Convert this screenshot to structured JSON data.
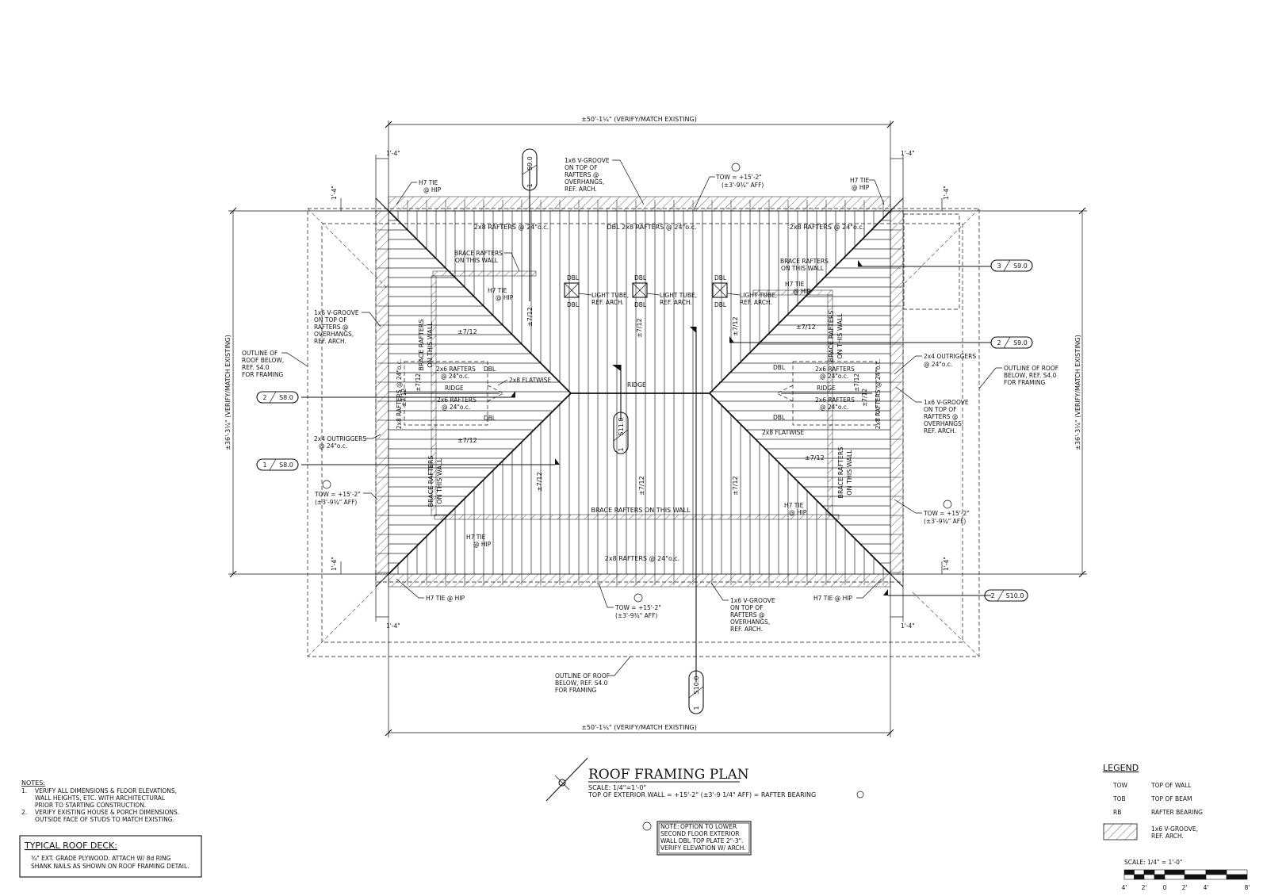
{
  "sheet": {
    "line_color": "#111111",
    "paper_color": "#ffffff"
  },
  "dims": {
    "top_width": "±50'-1¼\" (VERIFY/MATCH EXISTING)",
    "bottom_width": "±50'-1¼\" (VERIFY/MATCH EXISTING)",
    "left_height": "±36'-3¼\" (VERIFY/MATCH EXISTING)",
    "right_height": "±36'-3¼\" (VERIFY/MATCH EXISTING)",
    "overhang": "1'-4\""
  },
  "labels": {
    "v_groove": [
      "1x6 V-GROOVE",
      "ON TOP OF",
      "RAFTERS @",
      "OVERHANGS,",
      "REF. ARCH."
    ],
    "tow": [
      "TOW = +15'-2\"",
      "(±3'-9¾\" AFF)"
    ],
    "h7_tie": "H7 TIE",
    "at_hip": "@ HIP",
    "h7_tie_hip": "H7 TIE @ HIP",
    "rafters_2x8": "2x8 RAFTERS @ 24\"o.c.",
    "dbl_rafters": "DBL 2x8 RAFTERS @ 24\"o.c.",
    "brace_rafters": [
      "BRACE RAFTERS",
      "ON THIS WALL"
    ],
    "brace_rafters_wall": "BRACE RAFTERS ON THIS WALL",
    "light_tube": [
      "LIGHT TUBE,",
      "REF. ARCH."
    ],
    "dbl": "DBL",
    "outline_roof": [
      "OUTLINE OF",
      "ROOF BELOW,",
      "REF. S4.0",
      "FOR FRAMING"
    ],
    "outline_roof_right": [
      "OUTLINE OF ROOF",
      "BELOW, REF. S4.0",
      "FOR FRAMING"
    ],
    "outline_roof_bottom": [
      "OUTLINE OF ROOF",
      "BELOW, REF. S4.0",
      "FOR FRAMING"
    ],
    "pitch": "±7/12",
    "rafters_2x6": "2x6 RAFTERS",
    "at_24": "@ 24\"o.c.",
    "flatwise": "2x8 FLATWISE",
    "ridge": "RIDGE",
    "rafters_2x8_vert": "2x8 RAFTERS @ 24\"o.c.",
    "outriggers": [
      "2x4 OUTRIGGERS",
      "@ 24\"o.c."
    ]
  },
  "callouts": {
    "s9_0_1": {
      "num": "1",
      "ref": "S9.0"
    },
    "s9_0_3": {
      "num": "3",
      "ref": "S9.0"
    },
    "s9_0_2": {
      "num": "2",
      "ref": "S9.0"
    },
    "s8_0_2": {
      "num": "2",
      "ref": "S8.0"
    },
    "s8_0_1": {
      "num": "1",
      "ref": "S8.0"
    },
    "s11_0_1": {
      "num": "1",
      "ref": "S11.0"
    },
    "s10_0_2": {
      "num": "2",
      "ref": "S10.0"
    },
    "s10_0_1": {
      "num": "1",
      "ref": "S10.0"
    }
  },
  "title_block": {
    "title": "ROOF FRAMING PLAN",
    "scale": "SCALE: 1/4\"=1'-0\"",
    "top_wall": "TOP OF EXTERIOR WALL = +15'-2\" (±3'-9 1/4\" AFF) = RAFTER BEARING"
  },
  "note_box": [
    "OPTION TO LOWER",
    "SECOND FLOOR EXTERIOR",
    "WALL DBL TOP PLATE 2\"-3\".",
    "VERIFY ELEVATION W/ ARCH."
  ],
  "note_box_head": "NOTE:",
  "notes": {
    "heading": "NOTES:",
    "items": [
      [
        "1.",
        "VERIFY ALL DIMENSIONS & FLOOR ELEVATIONS,",
        "WALL HEIGHTS, ETC. WITH ARCHITECTURAL",
        "PRIOR TO STARTING CONSTRUCTION."
      ],
      [
        "2.",
        "VERIFY EXISTING HOUSE & PORCH DIMENSIONS.",
        "OUTSIDE FACE OF STUDS TO MATCH EXISTING."
      ]
    ]
  },
  "roof_deck": {
    "heading": "TYPICAL ROOF DECK:",
    "lines": [
      "¾\" EXT. GRADE PLYWOOD. ATTACH W/ 8d RING",
      "SHANK NAILS AS SHOWN ON ROOF FRAMING DETAIL."
    ]
  },
  "legend": {
    "heading": "LEGEND",
    "rows": [
      {
        "abbr": "TOW",
        "desc": "TOP OF WALL"
      },
      {
        "abbr": "TOB",
        "desc": "TOP OF BEAM"
      },
      {
        "abbr": "RB",
        "desc": "RAFTER BEARING"
      }
    ],
    "hatch_desc": [
      "1x6 V-GROOVE,",
      "REF. ARCH."
    ]
  },
  "scale_bar": {
    "label": "SCALE: 1/4\" = 1'-0\"",
    "ticks": [
      "4'",
      "2'",
      "0",
      "2'",
      "4'",
      "8'"
    ]
  }
}
